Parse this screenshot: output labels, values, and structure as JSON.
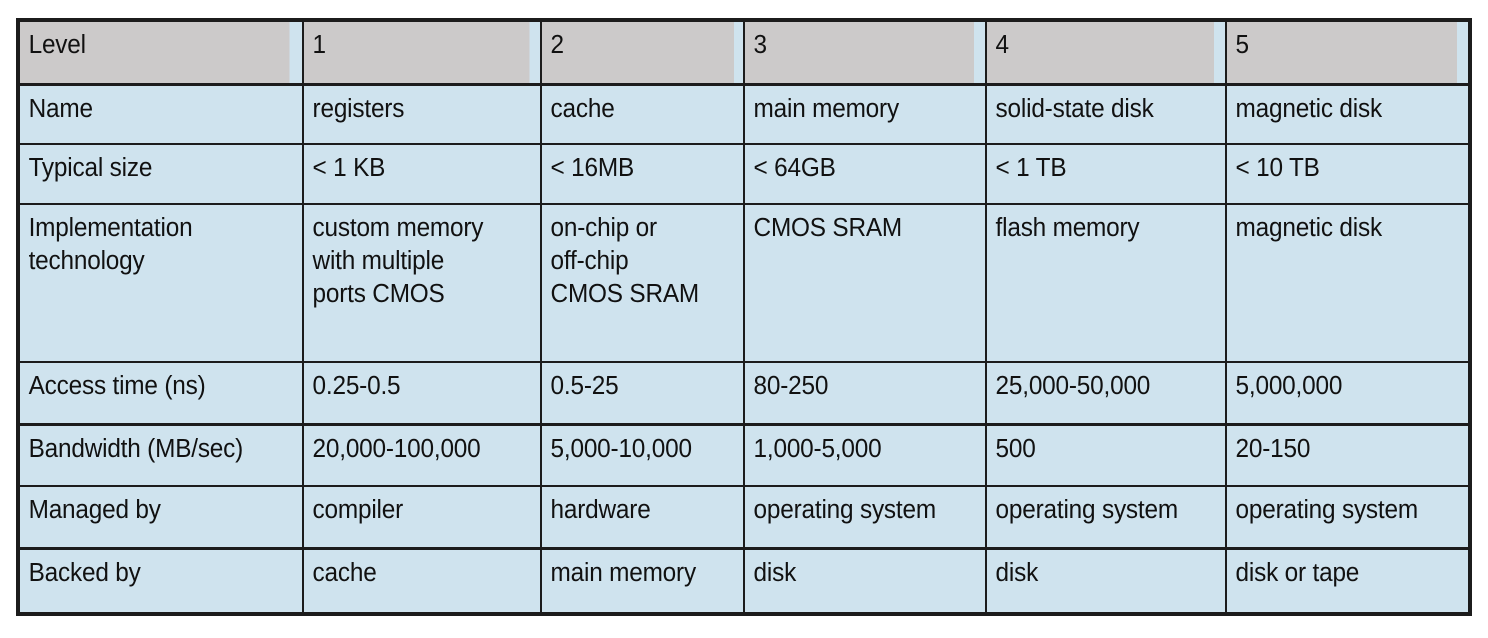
{
  "table": {
    "name": "memory-hierarchy-table",
    "colors": {
      "header_background": "#cccaca",
      "body_background": "#cfe3ee",
      "border": "#1c1c1c",
      "text": "#111111",
      "page_background": "#ffffff"
    },
    "header": [
      "Level",
      "1",
      "2",
      "3",
      "4",
      "5"
    ],
    "rows": [
      {
        "label": "Name",
        "cells": [
          "registers",
          "cache",
          "main memory",
          "solid-state disk",
          "magnetic disk"
        ]
      },
      {
        "label": "Typical size",
        "cells": [
          "< 1 KB",
          "< 16MB",
          "< 64GB",
          "< 1 TB",
          "< 10 TB"
        ]
      },
      {
        "label": "Implementation\ntechnology",
        "cells": [
          "custom memory\nwith multiple\nports CMOS",
          "on-chip or\noff-chip\nCMOS SRAM",
          "CMOS SRAM",
          "flash memory",
          "magnetic disk"
        ]
      },
      {
        "label": "Access time (ns)",
        "cells": [
          "0.25-0.5",
          "0.5-25",
          "80-250",
          "25,000-50,000",
          "5,000,000"
        ]
      },
      {
        "label": "Bandwidth (MB/sec)",
        "cells": [
          "20,000-100,000",
          "5,000-10,000",
          "1,000-5,000",
          "500",
          "20-150"
        ]
      },
      {
        "label": "Managed by",
        "cells": [
          "compiler",
          "hardware",
          "operating system",
          "operating system",
          "operating system"
        ]
      },
      {
        "label": "Backed by",
        "cells": [
          "cache",
          "main memory",
          "disk",
          "disk",
          "disk or tape"
        ]
      }
    ]
  }
}
